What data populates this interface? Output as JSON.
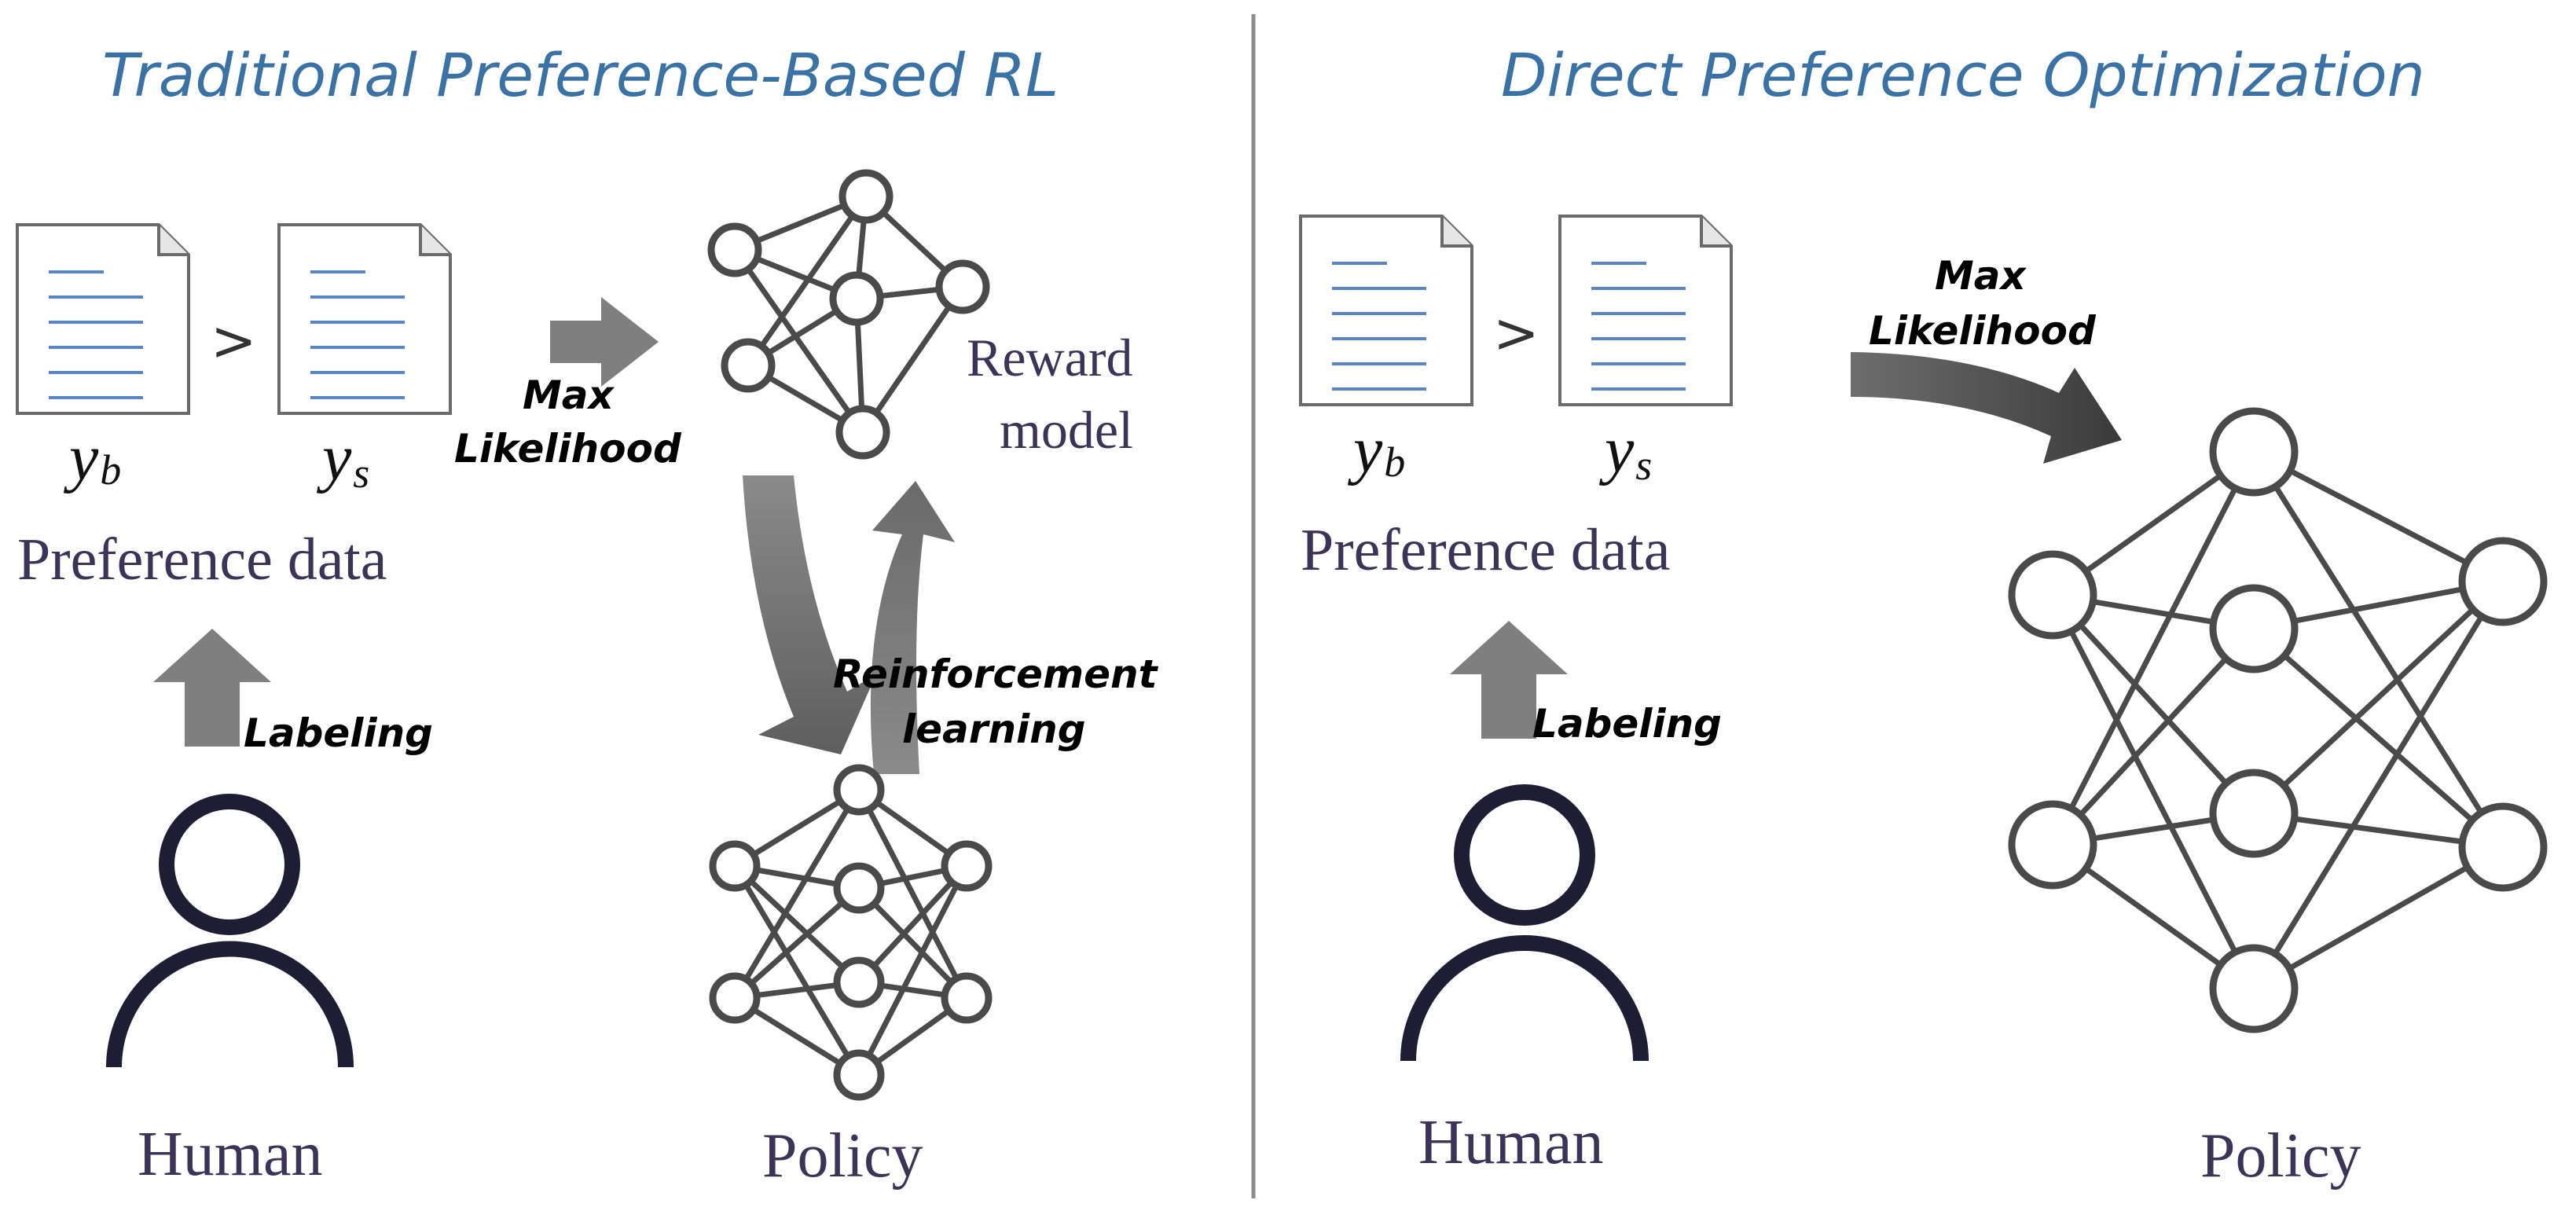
{
  "left_panel": {
    "title": "Traditional Preference-Based RL",
    "doc_better_label": "y",
    "doc_better_sub": "b",
    "doc_worse_label": "y",
    "doc_worse_sub": "s",
    "comparison_symbol": ">",
    "preference_data_label": "Preference data",
    "labeling_label": "Labeling",
    "human_label": "Human",
    "max_likelihood_line1": "Max",
    "max_likelihood_line2": "Likelihood",
    "reward_model_line1": "Reward",
    "reward_model_line2": "model",
    "rl_line1": "Reinforcement",
    "rl_line2": "learning",
    "policy_label": "Policy"
  },
  "right_panel": {
    "title": "Direct Preference Optimization",
    "doc_better_label": "y",
    "doc_better_sub": "b",
    "doc_worse_label": "y",
    "doc_worse_sub": "s",
    "comparison_symbol": ">",
    "preference_data_label": "Preference data",
    "labeling_label": "Labeling",
    "human_label": "Human",
    "max_likelihood_line1": "Max",
    "max_likelihood_line2": "Likelihood",
    "policy_label": "Policy"
  },
  "colors": {
    "title": "#3a72a6",
    "label": "#3b3458",
    "arrow": "#7f7f7f",
    "network": "#4a4a4a",
    "doc_lines": "#5b86c6",
    "human": "#1f1d33",
    "divider": "#8c8c8c"
  }
}
